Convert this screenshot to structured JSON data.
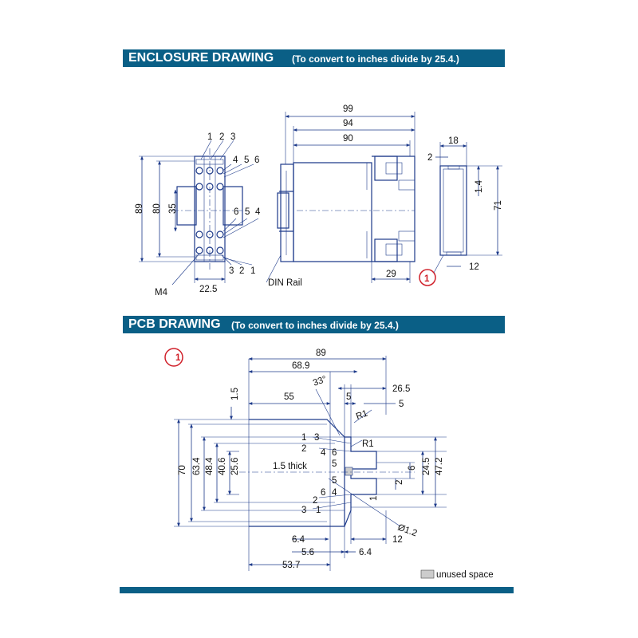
{
  "enclosure": {
    "title": "ENCLOSURE DRAWING",
    "subtitle": "(To convert to inches divide by 25.4.)",
    "front": {
      "top_terminals": [
        "1",
        "2",
        "3"
      ],
      "top_terminals_2": [
        "4",
        "5",
        "6"
      ],
      "mid_terminals": [
        "6",
        "5",
        "4"
      ],
      "bottom_terminals": [
        "3",
        "2",
        "1"
      ],
      "dim_89": "89",
      "dim_80": "80",
      "dim_35": "35",
      "screw_label": "M4",
      "width_label": "22.5"
    },
    "side": {
      "dim_99": "99",
      "dim_94": "94",
      "dim_90": "90",
      "dim_29": "29",
      "rail_label": "DIN Rail"
    },
    "section": {
      "dim_18": "18",
      "dim_2": "2",
      "dim_1_4": "1.4",
      "dim_71": "71",
      "dim_12": "12",
      "callout": "1"
    }
  },
  "pcb": {
    "title": "PCB DRAWING",
    "subtitle": "(To convert to inches divide by 25.4.)",
    "callout": "1",
    "dims": {
      "d89": "89",
      "d68_9": "68.9",
      "d33": "33°",
      "d26_5": "26.5",
      "d1_5": "1.5",
      "d55": "55",
      "d5a": "5",
      "d5b": "5",
      "r1a": "R1",
      "r1b": "R1",
      "d70": "70",
      "d63_4": "63.4",
      "d48_4": "48.4",
      "d40_6": "40.6",
      "d25_6": "25.6",
      "thick": "1.5 thick",
      "d1_3": "1",
      "d3_3": "3",
      "d2a": "2",
      "d4_6": "4",
      "d6_6": "6",
      "d5c": "5",
      "d24_5": "24.5",
      "d47_2": "47.2",
      "d6s": "6",
      "d2s": "2",
      "d1s": "1",
      "d5d": "5",
      "d6_4a": "6",
      "d4_4": "4",
      "d2b": "2",
      "d3_1": "3",
      "d1_1": "1",
      "dia": "Ø1.2",
      "d12": "12",
      "d6_4b": "6.4",
      "d5_6": "5.6",
      "d6_4c": "6.4",
      "d53_7": "53.7"
    },
    "legend": "unused space"
  },
  "colors": {
    "banner": "#0a5f86",
    "lines": "#1d3a8a",
    "callout": "#d0202a",
    "unused": "#cccccc"
  }
}
